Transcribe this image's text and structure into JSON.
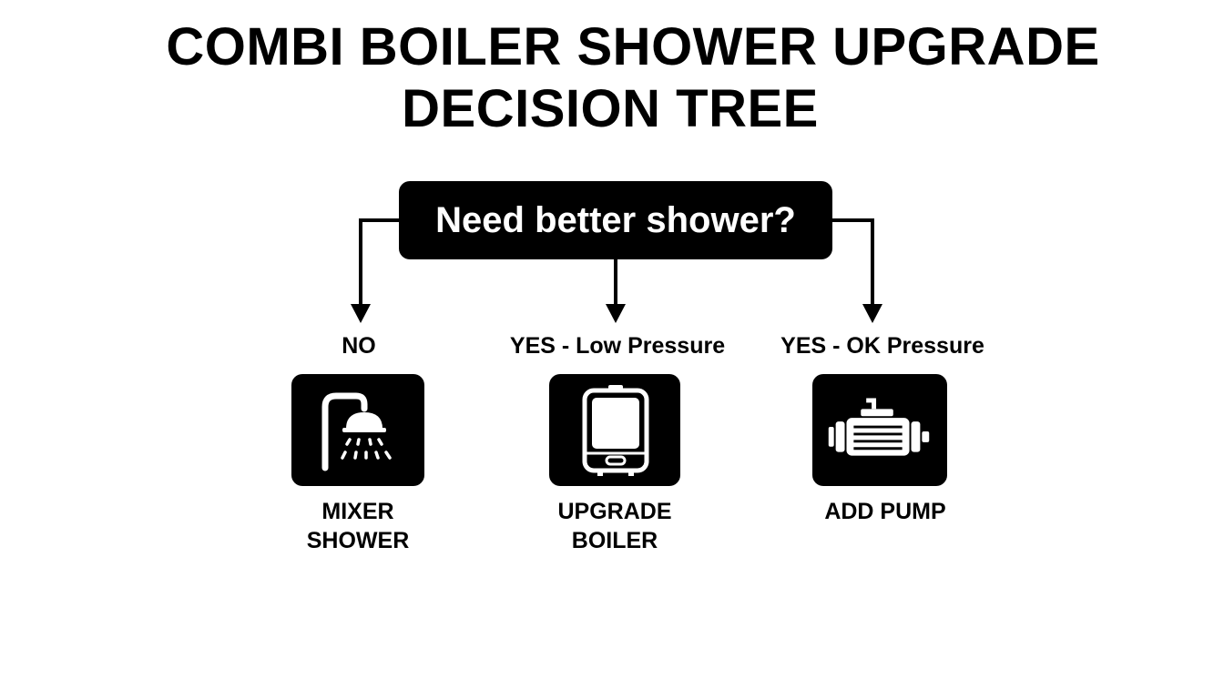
{
  "title": {
    "line1": "COMBI BOILER SHOWER UPGRADE",
    "line2": "DECISION TREE"
  },
  "root": {
    "question": "Need better shower?"
  },
  "branches": [
    {
      "condition": "NO",
      "outcome_line1": "MIXER",
      "outcome_line2": "SHOWER",
      "icon": "shower-head-icon"
    },
    {
      "condition": "YES - Low Pressure",
      "outcome_line1": "UPGRADE",
      "outcome_line2": "BOILER",
      "icon": "boiler-icon"
    },
    {
      "condition": "YES - OK Pressure",
      "outcome_line1": "ADD PUMP",
      "outcome_line2": "",
      "icon": "pump-icon"
    }
  ],
  "colors": {
    "foreground": "#000000",
    "background": "#ffffff",
    "icon": "#ffffff"
  }
}
